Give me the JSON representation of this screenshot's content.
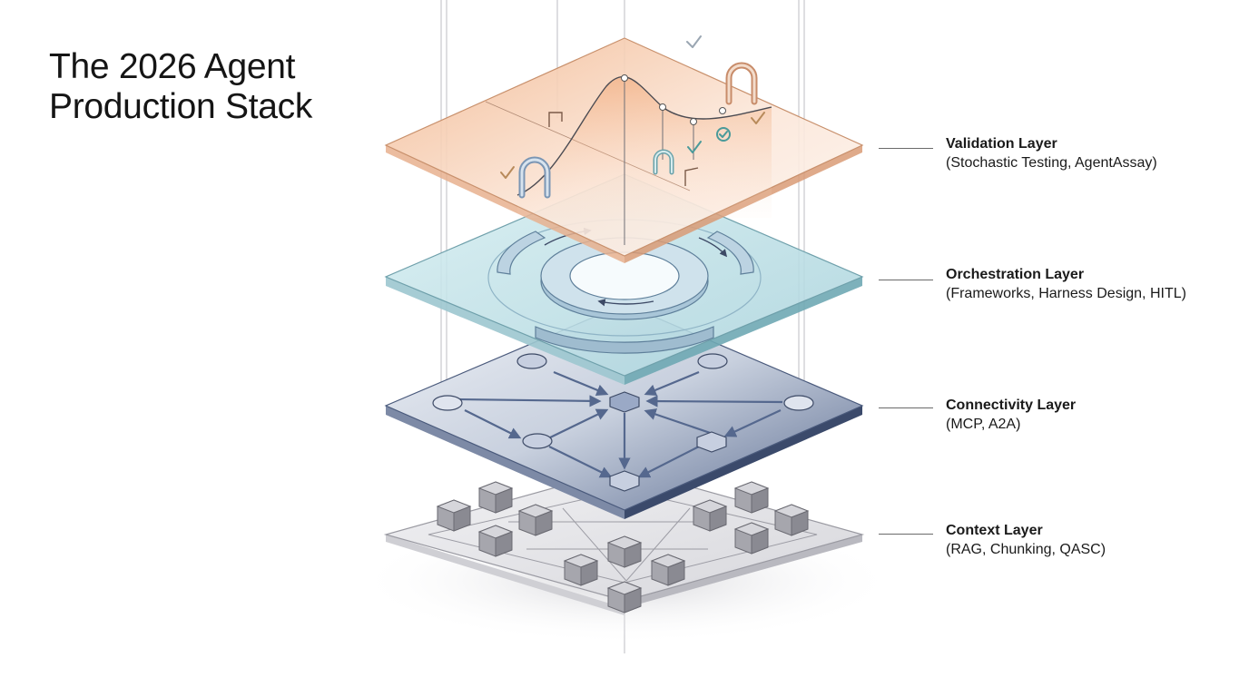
{
  "title": {
    "line1": "The 2026 Agent",
    "line2": "Production Stack"
  },
  "layers": [
    {
      "name": "Validation Layer",
      "description": "(Stochastic Testing, AgentAssay)",
      "color": "#f4c8a8"
    },
    {
      "name": "Orchestration Layer",
      "description": "(Frameworks, Harness Design, HITL)",
      "color": "#bfe0e6"
    },
    {
      "name": "Connectivity Layer",
      "description": "(MCP, A2A)",
      "color": "#55688e"
    },
    {
      "name": "Context Layer",
      "description": "(RAG, Chunking, QASC)",
      "color": "#d9d9de"
    }
  ]
}
